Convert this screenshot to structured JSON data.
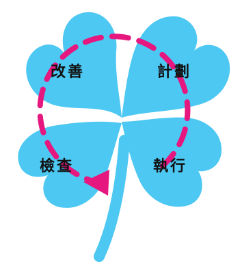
{
  "colors": {
    "leaf": "#4cc8f2",
    "cycle": "#e6177f",
    "background": "#ffffff",
    "text": "#111111"
  },
  "labels": {
    "top_left": "改善",
    "top_right": "計劃",
    "bottom_left": "檢查",
    "bottom_right": "執行"
  }
}
